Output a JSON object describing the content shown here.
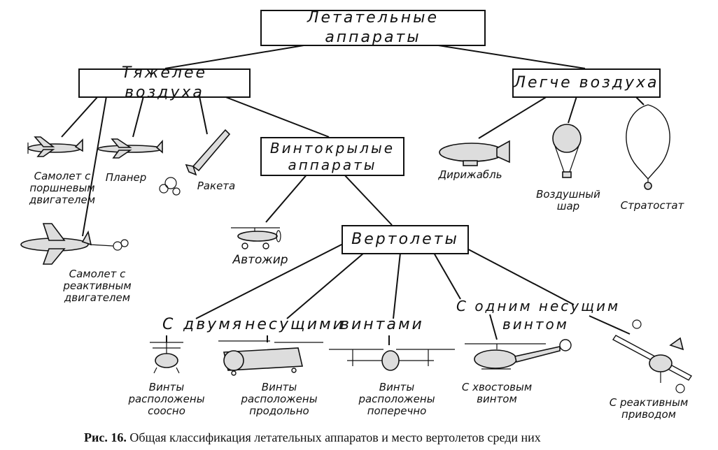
{
  "root": "Летательные аппараты",
  "heavier": "Тяжелее воздуха",
  "lighter": "Легче воздуха",
  "rotorcraft": [
    "Винтокрылые",
    "аппараты"
  ],
  "helicopters": "Вертолеты",
  "items": {
    "piston_plane": [
      "Самолет с",
      "поршневым",
      "двигателем"
    ],
    "glider": "Планер",
    "rocket": "Ракета",
    "jet_plane": [
      "Самолет с",
      "реактивным",
      "двигателем"
    ],
    "autogyro": "Автожир",
    "airship": "Дирижабль",
    "balloon": [
      "Воздушный",
      "шар"
    ],
    "stratostat": "Стратостат"
  },
  "groups": {
    "two_rotors": [
      "С",
      "двумя",
      "несущими",
      "винтами"
    ],
    "one_rotor": [
      "С одним несущим",
      "винтом"
    ]
  },
  "helicopter_types": {
    "coaxial": [
      "Винты",
      "расположены",
      "соосно"
    ],
    "tandem": [
      "Винты",
      "расположены",
      "продольно"
    ],
    "transverse": [
      "Винты",
      "расположены",
      "поперечно"
    ],
    "tail_rotor": [
      "С хвостовым",
      "винтом"
    ],
    "jet_drive": [
      "С реактивным",
      "приводом"
    ]
  },
  "caption": {
    "number": "Рис. 16.",
    "text": "Общая классификация летательных аппаратов и место вертолетов среди них"
  }
}
